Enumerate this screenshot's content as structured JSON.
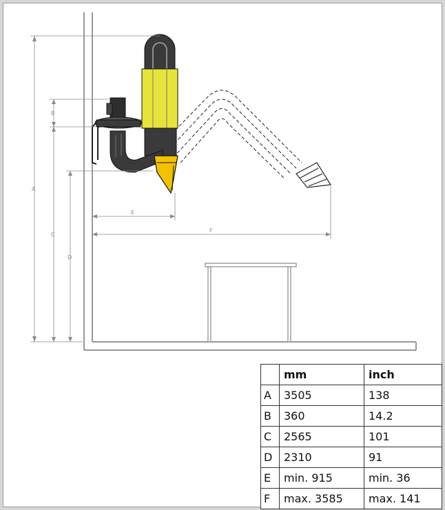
{
  "dimension_labels": {
    "a": "A",
    "b": "B",
    "c": "C",
    "d": "D",
    "e": "E",
    "f": "F"
  },
  "table": {
    "headers": [
      "",
      "mm",
      "inch"
    ],
    "rows": [
      {
        "key": "A",
        "mm": "3505",
        "inch": "138"
      },
      {
        "key": "B",
        "mm": "360",
        "inch": "14.2"
      },
      {
        "key": "C",
        "mm": "2565",
        "inch": "101"
      },
      {
        "key": "D",
        "mm": "2310",
        "inch": "91"
      },
      {
        "key": "E",
        "mm": "min. 915",
        "inch": "min. 36"
      },
      {
        "key": "F",
        "mm": "max. 3585",
        "inch": "max. 141"
      }
    ]
  },
  "colors": {
    "arm_dark": "#3a3a3a",
    "arm_yellow": "#e6e43a",
    "nozzle_yellow": "#f2c200",
    "dim_line": "#8a8a8a",
    "wall": "#777777"
  }
}
